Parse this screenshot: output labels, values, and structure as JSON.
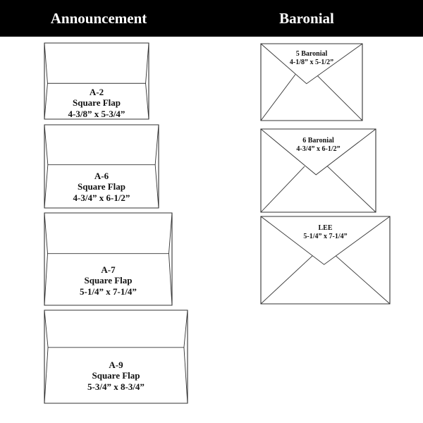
{
  "headers": {
    "left": "Announcement",
    "right": "Baronial"
  },
  "announcement": [
    {
      "name": "A-2",
      "style": "Square Flap",
      "size": "4-3/8” x 5-3/4”"
    },
    {
      "name": "A-6",
      "style": "Square Flap",
      "size": "4-3/4” x 6-1/2”"
    },
    {
      "name": "A-7",
      "style": "Square Flap",
      "size": "5-1/4” x 7-1/4”"
    },
    {
      "name": "A-9",
      "style": "Square Flap",
      "size": "5-3/4” x 8-3/4”"
    }
  ],
  "baronial": [
    {
      "name": "5 Baronial",
      "size": "4-1/8” x 5-1/2”"
    },
    {
      "name": "6 Baronial",
      "size": "4-3/4” x 6-1/2”"
    },
    {
      "name": "LEE",
      "size": "5-1/4” x 7-1/4”"
    }
  ]
}
